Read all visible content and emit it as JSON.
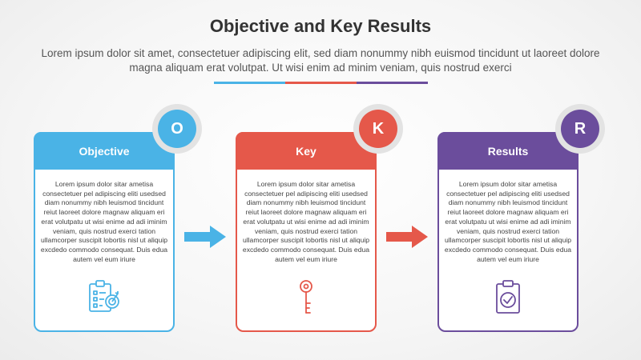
{
  "title": "Objective and Key Results",
  "subtitle": "Lorem ipsum dolor sit amet, consectetuer adipiscing elit, sed diam nonummy nibh euismod tincidunt ut laoreet dolore magna aliquam erat volutpat. Ut wisi enim ad minim veniam, quis nostrud exerci",
  "colors": {
    "blue": "#4ab3e6",
    "red": "#e5584a",
    "purple": "#6b4d9c",
    "divider_blue": "#4ab3e6",
    "divider_red": "#e5584a",
    "divider_purple": "#6b4d9c"
  },
  "cards": [
    {
      "letter": "O",
      "heading": "Objective",
      "body": "Lorem ipsum dolor sitar ametisa consectetuer pel adipiscing eliti usedsed diam nonummy nibh leuismod tincidunt reiut laoreet dolore magnaw aliquam eri erat volutpatu ut wisi enime ad adi iminim veniam, quis nostrud exerci tation ullamcorper suscipit lobortis nisl ut aliquip excdedo commodo consequat. Duis edua autem vel eum iriure",
      "icon": "clipboard-target-icon",
      "color": "#4ab3e6"
    },
    {
      "letter": "K",
      "heading": "Key",
      "body": "Lorem ipsum dolor sitar ametisa consectetuer pel adipiscing eliti usedsed diam nonummy nibh leuismod tincidunt reiut laoreet dolore magnaw aliquam eri erat volutpatu ut wisi enime ad adi iminim veniam, quis nostrud exerci tation ullamcorper suscipit lobortis nisl ut aliquip excdedo commodo consequat. Duis edua autem vel eum iriure",
      "icon": "key-icon",
      "color": "#e5584a"
    },
    {
      "letter": "R",
      "heading": "Results",
      "body": "Lorem ipsum dolor sitar ametisa consectetuer pel adipiscing eliti usedsed diam nonummy nibh leuismod tincidunt reiut laoreet dolore magnaw aliquam eri erat volutpatu ut wisi enime ad adi iminim veniam, quis nostrud exerci tation ullamcorper suscipit lobortis nisl ut aliquip excdedo commodo consequat. Duis edua autem vel eum iriure",
      "icon": "clipboard-check-icon",
      "color": "#6b4d9c"
    }
  ],
  "arrows": [
    {
      "icon": "arrow-right-icon",
      "color": "#4ab3e6"
    },
    {
      "icon": "arrow-right-icon",
      "color": "#e5584a"
    }
  ]
}
